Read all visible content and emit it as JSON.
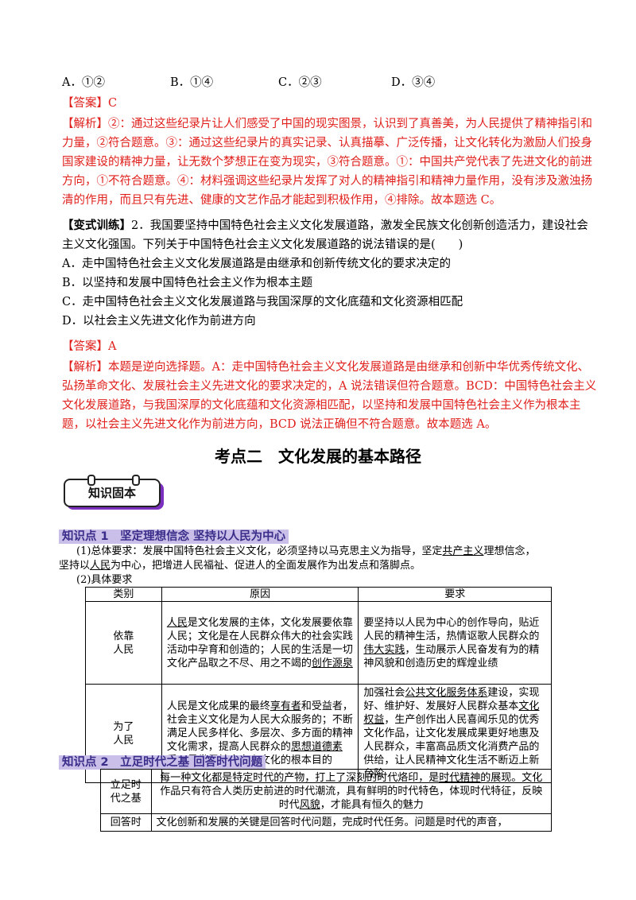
{
  "q1": {
    "options": [
      "A．①②",
      "B．①④",
      "C．②③",
      "D．③④"
    ],
    "answer_label": "【答案】",
    "answer_value": "C",
    "analysis": [
      "【解析】②：通过这些纪录片让人们感受了中国的现实图景，认识到了真善美，为人民提供了精神指引和",
      "力量，②符合题意。③：通过这些纪录片的真实记录、认真描摹、广泛传播，让文化转化为激励人们投身",
      "国家建设的精神力量，让无数个梦想正在变为现实，③符合题意。①：中国共产党代表了先进文化的前进",
      "方向，①不符合题意。④：材料强调这些纪录片发挥了对人的精神指引和精神力量作用，没有涉及激浊扬",
      "清的作用，而且只有先进、健康的文艺作品才能起到积极作用，④排除。故本题选 C。"
    ]
  },
  "q2": {
    "tag": "【变式训练】",
    "stem": [
      "2．我国要坚持中国特色社会主义文化发展道路，激发全民族文化创新创造活力，建设社会",
      "主义文化强国。下列关于中国特色社会主义文化发展道路的说法错误的是(　　)"
    ],
    "options": [
      "A．走中国特色社会主义文化发展道路是由继承和创新传统文化的要求决定的",
      "B．以坚持和发展中国特色社会主义作为根本主题",
      "C．走中国特色社会主义文化发展道路与我国深厚的文化底蕴和文化资源相匹配",
      "D．以社会主义先进文化作为前进方向"
    ],
    "answer_label": "【答案】",
    "answer_value": "A",
    "analysis": [
      "【解析】本题是逆向选择题。A：走中国特色社会主义文化发展道路是由继承和创新中华优秀传统文化、",
      "弘扬革命文化、发展社会主义先进文化的要求决定的，A 说法错误但符合题意。BCD：中国特色社会主义",
      "文化发展道路，与我国深厚的文化底蕴和文化资源相匹配，以坚持和发展中国特色社会主义作为根本主",
      "题，以社会主义先进文化作为前进方向，BCD 说法正确但不符合题意。故本题选 A。"
    ]
  },
  "section_title": "考点二　文化发展的基本路径",
  "badge": "知识固本",
  "kp1": {
    "title": "知识点 1　坚定理想信念  坚持以人民为中心",
    "req1_a": "(1)总体要求：发展中国特色社会主义文化，必须坚持以马克思主义为指导，坚定",
    "req1_u": "共产主义",
    "req1_b": "理想信念，",
    "req1_line2": "坚持以",
    "req1_line2_u": "人民",
    "req1_line2_b": "为中心，把增进人民福祉、促进人的全面发展作为出发点和落脚点。",
    "req2": "(2)具体要求",
    "headers": [
      "类别",
      "原因",
      "要求"
    ],
    "row1": {
      "cat": [
        "依靠",
        "人民"
      ],
      "reason_u1": "人民",
      "reason_1": "是文化发展的主体，文化发展要依靠人民；文化是在人民群众伟大的社会实践活动中孕育和创造的；人民的生活是一切文化产品取之不尽、用之不竭的",
      "reason_u2": "创作源泉",
      "req_1": "要坚持以人民为中心的创作导向，贴近人民的精神生活，热情讴歌人民群众的",
      "req_u": "伟大实践",
      "req_2": "，生动展示人民奋发有为的精神风貌和创造历史的辉煌业绩"
    },
    "row2": {
      "cat": [
        "为了",
        "人民"
      ],
      "reason_1": "人民是文化成果的最终",
      "reason_u1": "享有者",
      "reason_2": "和受益者，社会主义文化是为人民大众服务的；不断满足人民多样化、多层次、多方面的精神文化需求，提高人民群众的",
      "reason_u2": "思想道德素质",
      "reason_3": "，是发展社会主义文化的根本目的",
      "req_1": "加强社会",
      "req_u1": "公共文化服务体系",
      "req_2": "建设，实现好、维护好、发展好人民群众基本",
      "req_u2": "文化权益",
      "req_3": "，生产创作出人民喜闻乐见的优秀文化作品，让文化发展成果更好地惠及人民群众，丰富高品质文化消费产品的供给，让人民精神文化生活不断迈上新台阶"
    }
  },
  "kp2": {
    "title": "知识点 2　立足时代之基  回答时代问题",
    "row1_cat": [
      "立足时",
      "代之基"
    ],
    "row1_a": "每一种文化都是特定时代的产物，打上了深刻的时代烙印，是",
    "row1_u1": "时代精神",
    "row1_b": "的展现。文化作品只有符合人类历史前进的时代潮流，具有鲜明的时代特色，体现时代特征，反映时代",
    "row1_u2": "风貌",
    "row1_c": "，才能具有恒久的魅力",
    "row2_cat": "回答时",
    "row2_text": "文化创新和发展的关键是回答时代问题，完成时代任务。问题是时代的声音，"
  }
}
